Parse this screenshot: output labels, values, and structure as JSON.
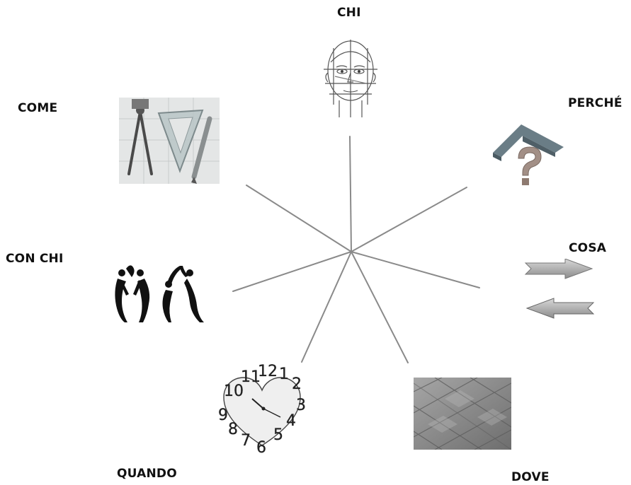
{
  "diagram": {
    "labels": {
      "chi": "CHI",
      "perche": "PERCHÉ",
      "come": "COME",
      "cosa": "COSA",
      "con_chi": "CON CHI",
      "quando": "QUANDO",
      "dove": "DOVE"
    },
    "illustrations": {
      "chi": "head-drawing",
      "perche": "house-question-mark",
      "come": "drafting-tools",
      "cosa": "two-arrows",
      "con_chi": "dancing-figures",
      "quando": "heart-clock",
      "dove": "stone-tiles"
    },
    "clock_numerals": [
      "9",
      "10",
      "11",
      "12",
      "1",
      "2",
      "3",
      "4",
      "5",
      "6",
      "7",
      "8"
    ],
    "colors": {
      "spokes": "#8a8a8a",
      "text": "#111111",
      "house_roof": "#6a7d86",
      "question_mark": "#a28f86",
      "arrows": "#a8a8a8",
      "tiles": "#8e8e8e"
    }
  }
}
